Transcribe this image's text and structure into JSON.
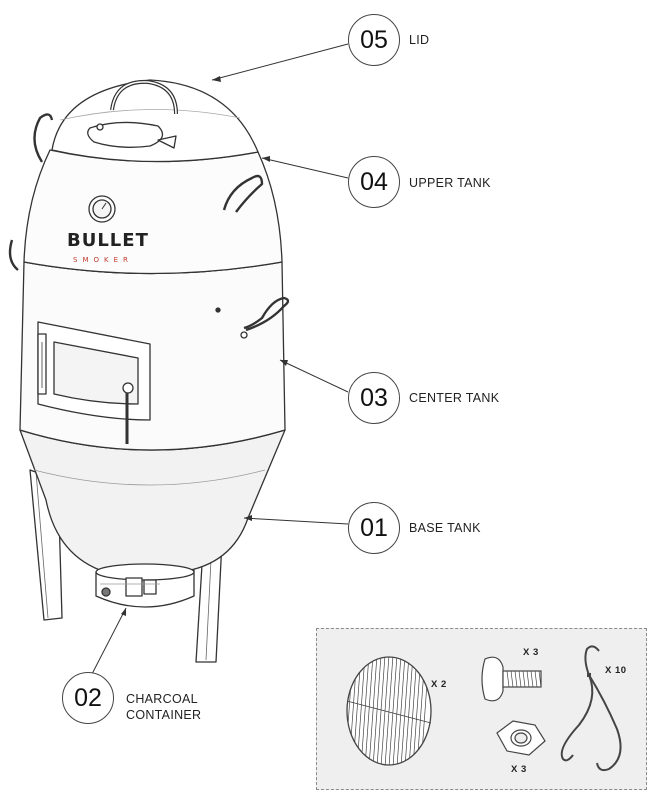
{
  "brand": {
    "name": "BULLET",
    "sub": "SMOKER"
  },
  "parts": [
    {
      "id": "lid",
      "number": "05",
      "label": "LID"
    },
    {
      "id": "upper-tank",
      "number": "04",
      "label": "UPPER TANK"
    },
    {
      "id": "center-tank",
      "number": "03",
      "label": "CENTER TANK"
    },
    {
      "id": "base-tank",
      "number": "01",
      "label": "BASE TANK"
    },
    {
      "id": "charcoal-container",
      "number": "02",
      "label_line1": "CHARCOAL",
      "label_line2": "CONTAINER"
    }
  ],
  "accessories": {
    "grill": {
      "qty": "X 2"
    },
    "bolt": {
      "qty": "X 3"
    },
    "nut": {
      "qty": "X 3"
    },
    "hook": {
      "qty": "X 10"
    }
  },
  "colors": {
    "brand_red": "#c0392b",
    "outline": "#333333"
  }
}
